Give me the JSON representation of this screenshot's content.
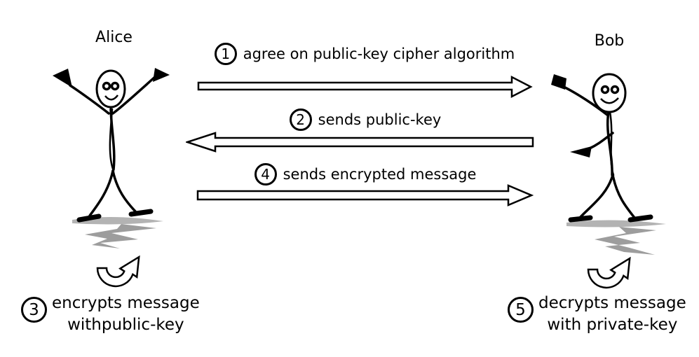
{
  "actors": [
    {
      "name": "Alice"
    },
    {
      "name": "Bob"
    }
  ],
  "messages": [
    {
      "step": "1",
      "label": "agree on public-key cipher algorithm",
      "direction": "left-to-right"
    },
    {
      "step": "2",
      "label": "sends public-key",
      "direction": "right-to-left"
    },
    {
      "step": "4",
      "label": "sends encrypted message",
      "direction": "left-to-right"
    }
  ],
  "actions": [
    {
      "step": "3",
      "line1": "encrypts message",
      "line2": "withpublic-key"
    },
    {
      "step": "5",
      "line1": "decrypts message",
      "line2": "with private-key"
    }
  ],
  "icons": {
    "alice_figure": "stick-figure-arms-raised",
    "bob_figure": "stick-figure-waving",
    "process_arrow": "u-turn-up-right-arrow",
    "message_arrow": "hollow-block-arrow"
  },
  "colors": {
    "ink": "#000000",
    "background": "#ffffff",
    "shadow": "#8c8c8c"
  }
}
